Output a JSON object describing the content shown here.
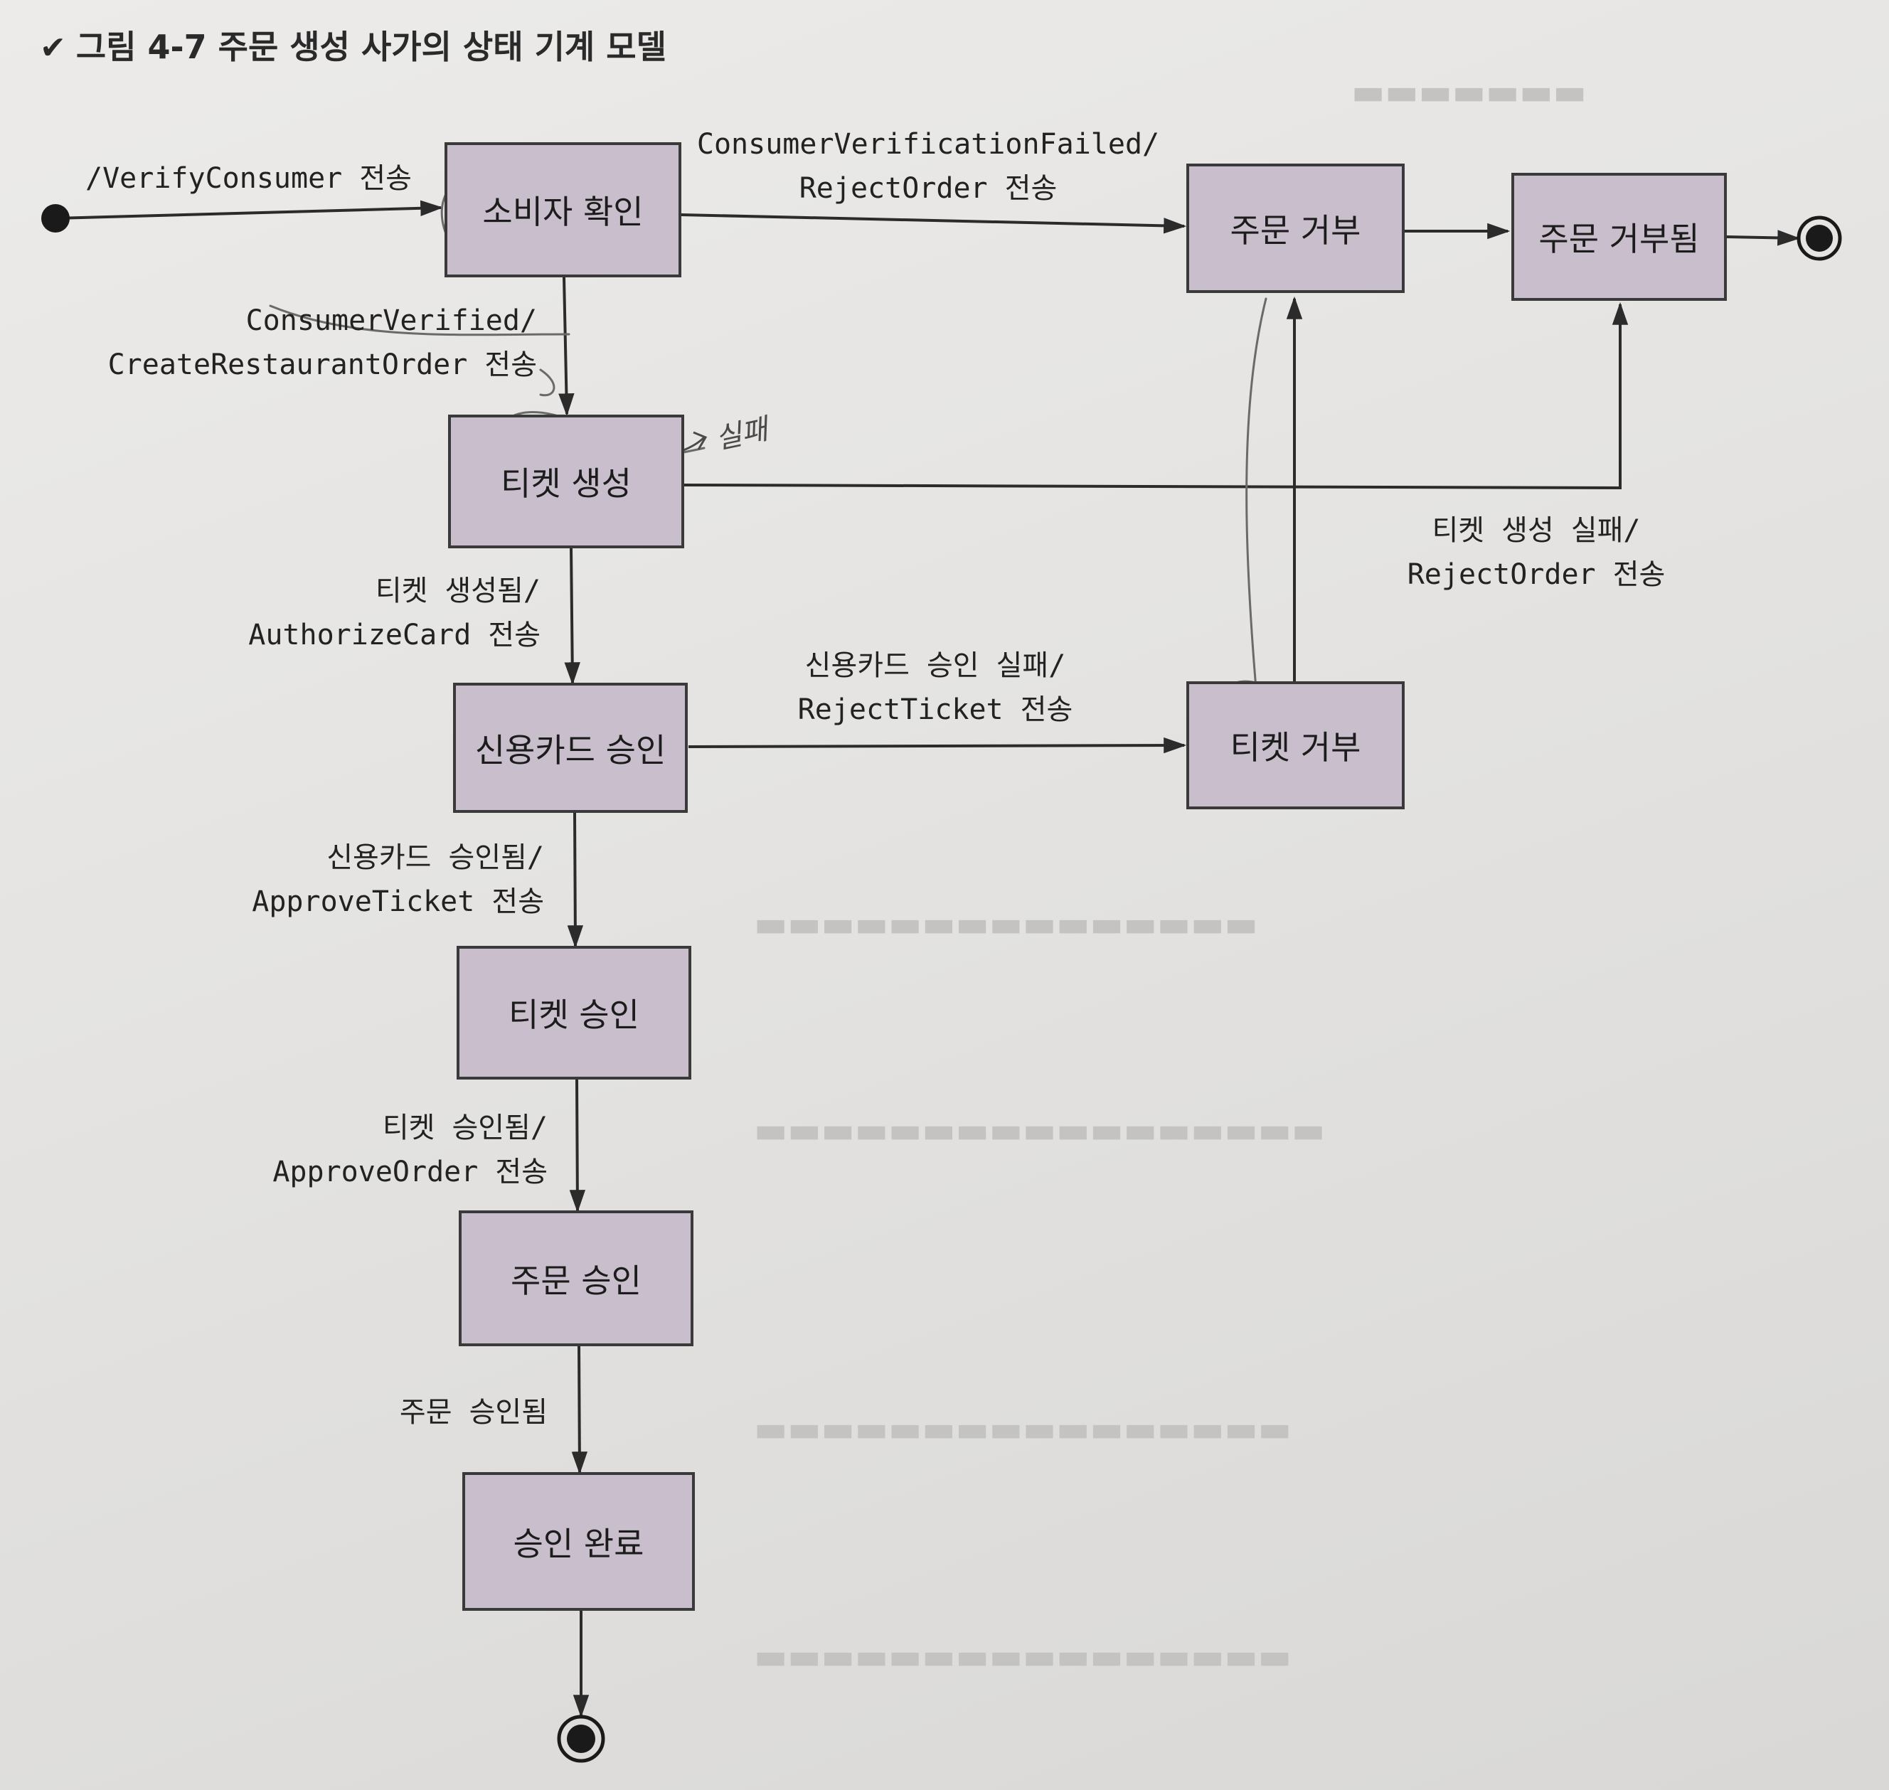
{
  "figure": {
    "title_icon": "chevron-down-icon",
    "title": "그림 4-7 주문 생성 사가의 상태 기계 모델"
  },
  "states": {
    "consumer_verify": "소비자 확인",
    "ticket_create": "티켓 생성",
    "card_authorize": "신용카드 승인",
    "ticket_approve": "티켓 승인",
    "order_approve": "주문 승인",
    "approval_complete": "승인 완료",
    "order_reject": "주문 거부",
    "order_rejected": "주문 거부됨",
    "ticket_reject": "티켓 거부"
  },
  "transitions": {
    "start_to_verify": "/VerifyConsumer 전송",
    "verify_failed": [
      "ConsumerVerificationFailed/",
      "RejectOrder 전송"
    ],
    "verified": [
      "ConsumerVerified/",
      "CreateRestaurantOrder 전송"
    ],
    "ticket_created": [
      "티켓 생성됨/",
      "AuthorizeCard 전송"
    ],
    "ticket_create_failed": [
      "티켓 생성 실패/",
      "RejectOrder 전송"
    ],
    "card_failed": [
      "신용카드 승인 실패/",
      "RejectTicket 전송"
    ],
    "card_approved": [
      "신용카드 승인됨/",
      "ApproveTicket 전송"
    ],
    "ticket_approved": [
      "티켓 승인됨/",
      "ApproveOrder 전송"
    ],
    "order_approved": "주문 승인됨"
  },
  "handwritten_note": "실패"
}
